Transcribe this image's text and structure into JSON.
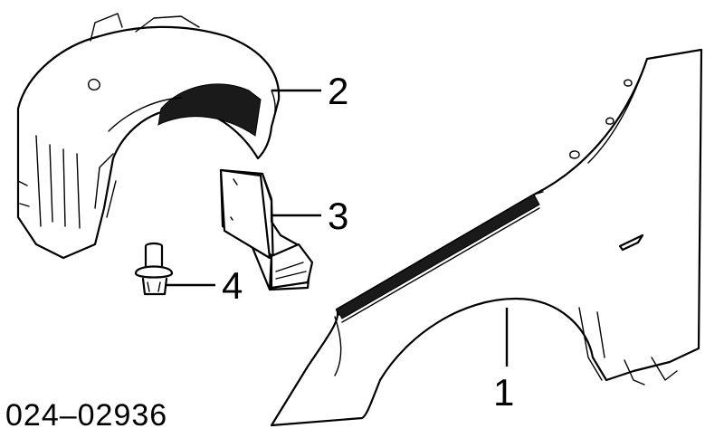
{
  "diagram": {
    "callouts": [
      {
        "id": "fender",
        "label": "1"
      },
      {
        "id": "wheel-arch-liner",
        "label": "2"
      },
      {
        "id": "bracket",
        "label": "3"
      },
      {
        "id": "clip",
        "label": "4"
      }
    ],
    "reference_number": "024–02936"
  }
}
